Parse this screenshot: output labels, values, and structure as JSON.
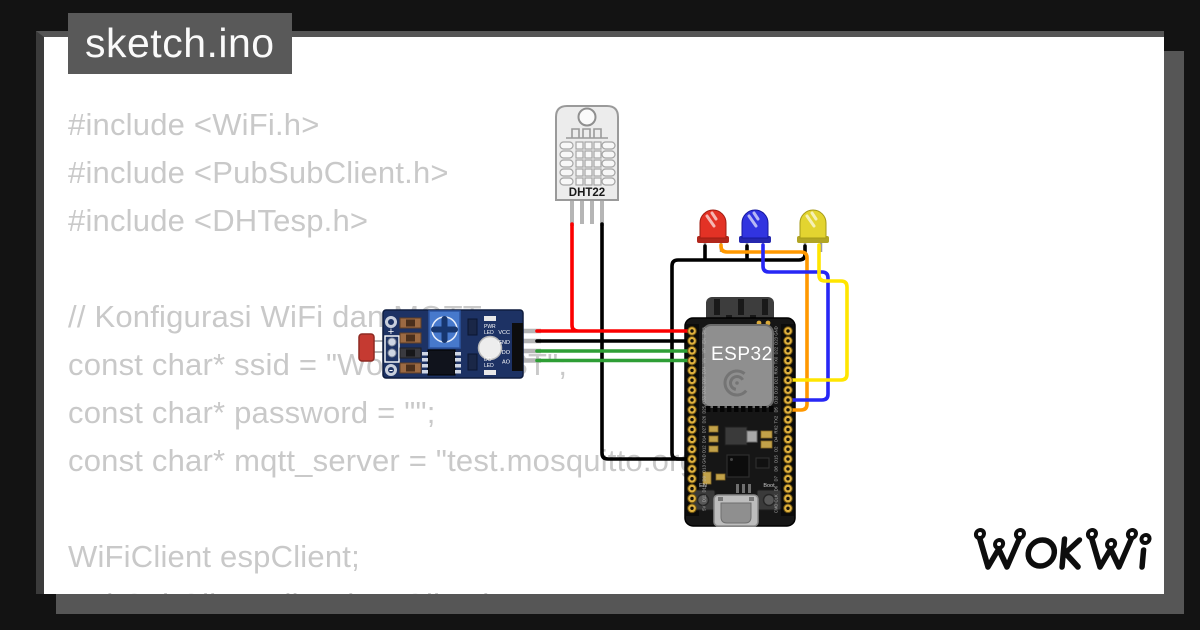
{
  "window": {
    "title": "sketch.ino"
  },
  "code": {
    "lines": [
      "#include <WiFi.h>",
      "#include <PubSubClient.h>",
      "#include <DHTesp.h>",
      "",
      "// Konfigurasi WiFi dan MQTT",
      "const char* ssid = \"Wokwi-GUEST\";",
      "const char* password = \"\";",
      "const char* mqtt_server = \"test.mosquitto.org\";",
      "",
      "WiFiClient espClient;",
      "PubSubClient client(espClient);"
    ]
  },
  "circuit": {
    "dht22": {
      "label": "DHT22"
    },
    "ldr_module": {
      "pin_labels": [
        "VCC",
        "GND",
        "DO",
        "AO"
      ],
      "pwr_led_line1": "PWR",
      "pwr_led_line2": "LED",
      "do_led_line1": "DO",
      "do_led_line2": "LED",
      "plus_label": "+",
      "minus_label": "-",
      "pcb_color": "#1d3264"
    },
    "esp32": {
      "chip_label": "ESP32",
      "boot_button_label": "Boot",
      "en_button_label": "EN",
      "left_pins": [
        "3V3",
        "EN",
        "VP",
        "VN",
        "D34",
        "D35",
        "D32",
        "D33",
        "D25",
        "D26",
        "D27",
        "D14",
        "D12",
        "GND",
        "D13",
        "D9",
        "D10",
        "D11",
        "5V"
      ],
      "right_pins": [
        "GND",
        "D23",
        "D22",
        "TX0",
        "RX0",
        "D21",
        "D19",
        "D18",
        "D5",
        "TX2",
        "RX2",
        "D4",
        "D2",
        "D15",
        "D8",
        "D7",
        "D6",
        "CLK",
        "CMD"
      ],
      "pcb_color": "#161616"
    },
    "leds": [
      {
        "name": "red",
        "color": "#e33225"
      },
      {
        "name": "blue",
        "color": "#3134e0"
      },
      {
        "name": "yellow",
        "color": "#e3d430"
      }
    ],
    "wires": {
      "red": "#fb0000",
      "black": "#000000",
      "green": "#2e9e35",
      "orange": "#ff9800",
      "blue": "#2727f5",
      "yellow": "#ffe500"
    }
  },
  "logo": {
    "brand": "WOKWI"
  }
}
